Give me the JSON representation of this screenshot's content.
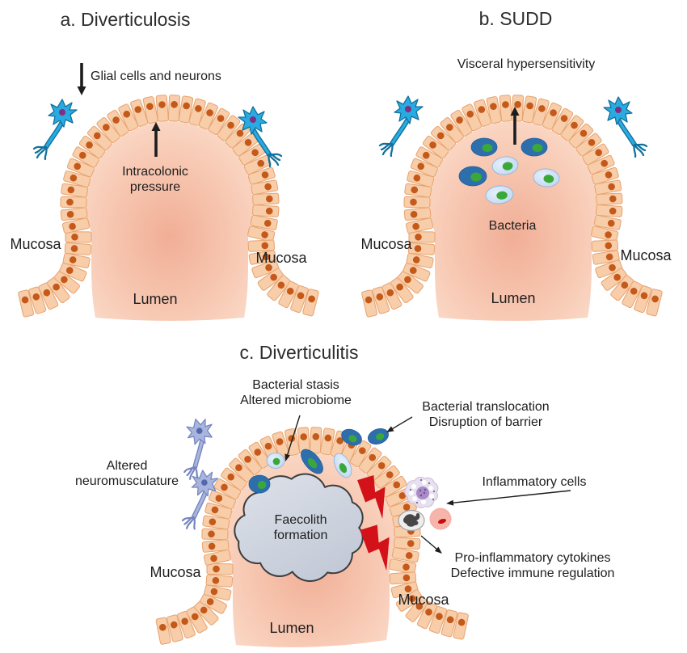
{
  "figure_name": "Diverticular disease pathophysiology diagram",
  "colors": {
    "background": "#ffffff",
    "text": "#1e1e1e",
    "epithelium_fill": "#f8cda9",
    "epithelium_stroke": "#e7a26d",
    "nucleus": "#c4591a",
    "lumen_center": "#f1ae96",
    "lumen_mid": "#f7c7b1",
    "lumen_edge": "#fbddcc",
    "neuron_fill": "#29abe2",
    "neuron_stroke": "#12719c",
    "neuron_nucleus": "#7e2f82",
    "pale_neuron_fill": "#a8b5dd",
    "pale_neuron_stroke": "#7584bf",
    "pale_neuron_nucleus": "#5767ab",
    "bacteria_dark": "#2d6fad",
    "bacteria_light": "#bcd6f1",
    "bacteria_nucleoid": "#3aa838",
    "cloud_fill": "#c3cad7",
    "cloud_stroke": "#3d3d3d",
    "bolt": "#d21118",
    "arrow": "#1d1d1d"
  },
  "panels": {
    "a": {
      "title": "a. Diverticulosis",
      "glial_label": "Glial cells and neurons",
      "pressure_line1": "Intracolonic",
      "pressure_line2": "pressure",
      "mucosa_left": "Mucosa",
      "mucosa_right": "Mucosa",
      "lumen": "Lumen"
    },
    "b": {
      "title": "b. SUDD",
      "hypersensitivity_label": "Visceral hypersensitivity",
      "bacteria_label": "Bacteria",
      "mucosa_left": "Mucosa",
      "mucosa_right": "Mucosa",
      "lumen": "Lumen"
    },
    "c": {
      "title": "c. Diverticulitis",
      "stasis_line1": "Bacterial stasis",
      "stasis_line2": "Altered microbiome",
      "translocation_line1": "Bacterial translocation",
      "translocation_line2": "Disruption of barrier",
      "neuro_line1": "Altered",
      "neuro_line2": "neuromusculature",
      "inflammatory_label": "Inflammatory cells",
      "cytokines_line1": "Pro-inflammatory cytokines",
      "cytokines_line2": "Defective immune regulation",
      "faecolith_line1": "Faecolith",
      "faecolith_line2": "formation",
      "mucosa_left": "Mucosa",
      "mucosa_right": "Mucosa",
      "lumen": "Lumen"
    }
  }
}
